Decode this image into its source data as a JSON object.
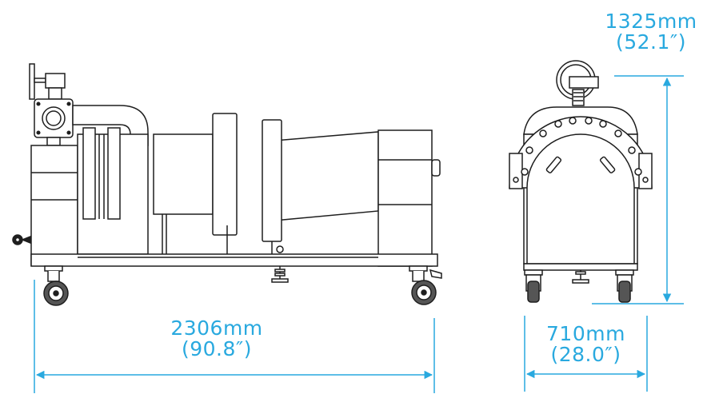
{
  "dimensions": {
    "length": {
      "metric": "2306mm",
      "imperial": "(90.8″)"
    },
    "width": {
      "metric": "710mm",
      "imperial": "(28.0″)"
    },
    "height": {
      "metric": "1325mm",
      "imperial": "(52.1″)"
    }
  },
  "colors": {
    "dimension": "#29a9df",
    "outline": "#1e1e1e",
    "body_fill": "#ffffff"
  }
}
